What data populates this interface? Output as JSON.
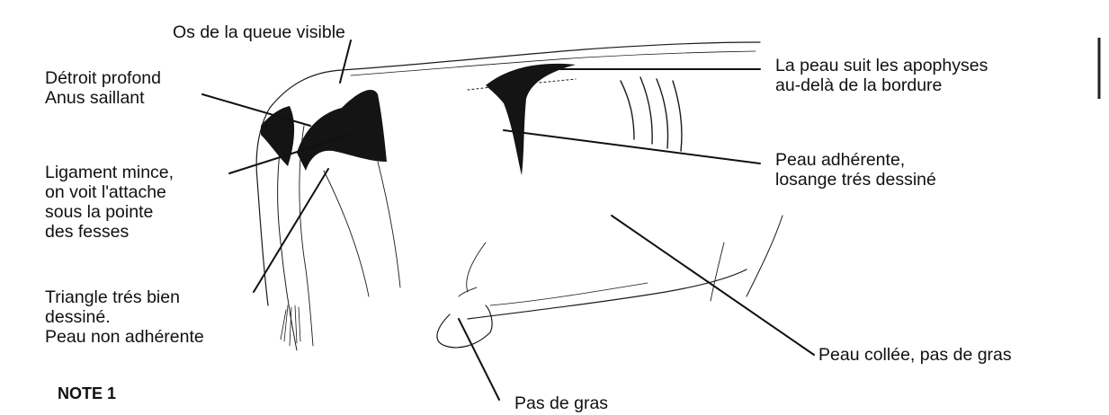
{
  "labels": {
    "tail_bone": "Os de la queue visible",
    "strait": [
      "Détroit profond",
      "Anus saillant"
    ],
    "ligament": [
      "Ligament mince,",
      "on voit l'attache",
      "sous la pointe",
      "des fesses"
    ],
    "triangle": [
      "Triangle trés bien",
      "dessiné.",
      "Peau non adhérente"
    ],
    "skin_follows": [
      "La peau suit les apophyses",
      "au-delà de la bordure"
    ],
    "adherent_skin": [
      "Peau adhérente,",
      "losange trés dessiné"
    ],
    "stuck_skin": "Peau collée, pas de gras",
    "no_fat": "Pas de gras"
  },
  "note": "NOTE 1"
}
